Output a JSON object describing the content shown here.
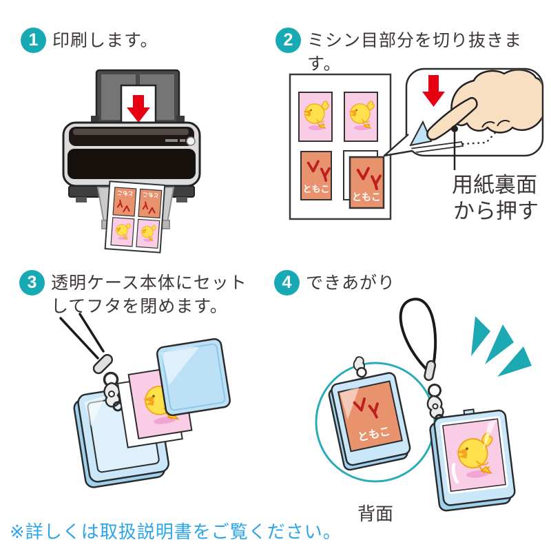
{
  "steps": [
    {
      "number": "1",
      "title": "印刷します。"
    },
    {
      "number": "2",
      "title": "ミシン目部分を切り抜きます。"
    },
    {
      "number": "3",
      "title_line1": "透明ケース本体にセット",
      "title_line2": "してフタを閉めます。"
    },
    {
      "number": "4",
      "title": "できあがり"
    }
  ],
  "artwork": {
    "card_name": "ともこ",
    "push_note_line1": "用紙裏面",
    "push_note_line2": "から押す",
    "back_view_label": "背面"
  },
  "footnote": "※詳しくは取扱説明書をご覧ください。",
  "colors": {
    "step_badge_teal": "#17AAB4",
    "accent_teal": "#1CA9B4",
    "note_blue": "#2BA5E8",
    "arrow_red": "#E60012",
    "card_pink": "#F9CDE6",
    "card_salmon": "#E8926E",
    "case_blue": "#C9E7F8",
    "chick_yellow": "#FFE14D",
    "footprint_red": "#BE1E1E"
  }
}
